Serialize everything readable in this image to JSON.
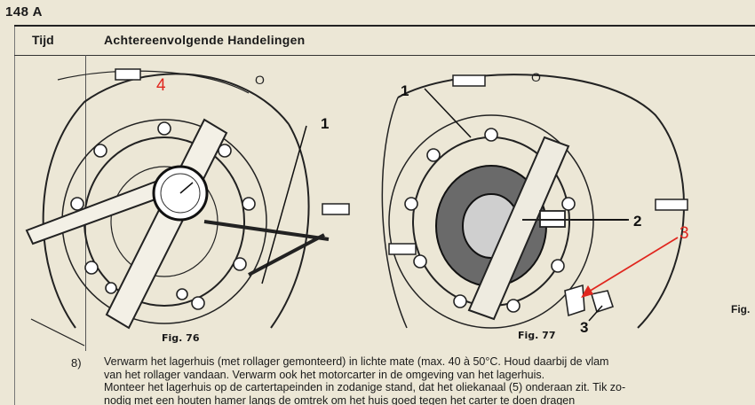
{
  "page_number": "148 A",
  "header": {
    "col_time": "Tijd",
    "col_actions": "Achtereenvolgende Handelingen"
  },
  "figures": {
    "left": {
      "caption": "Fig. 76",
      "labels": {
        "one": "1",
        "four": "4"
      }
    },
    "right": {
      "caption": "Fig. 77",
      "labels": {
        "one": "1",
        "two": "2",
        "three": "3",
        "three_red": "3"
      }
    },
    "edge_caption": "Fig."
  },
  "instruction": {
    "number": "8)",
    "lines": [
      "Verwarm het lagerhuis (met rollager gemonteerd) in lichte mate (max. 40 à 50°C. Houd daarbij de vlam",
      "van het rollager vandaan. Verwarm ook het motorcarter in de omgeving van het lagerhuis.",
      "Monteer het lagerhuis op de cartertapeinden in zodanige stand, dat het oliekanaal (5) onderaan zit. Tik zo-",
      "nodig met een houten hamer langs de omtrek om het huis goed tegen het carter te doen dragen"
    ]
  },
  "colors": {
    "annotation_red": "#e0261e",
    "paper": "#ece7d6",
    "ink": "#1a1a1a"
  }
}
